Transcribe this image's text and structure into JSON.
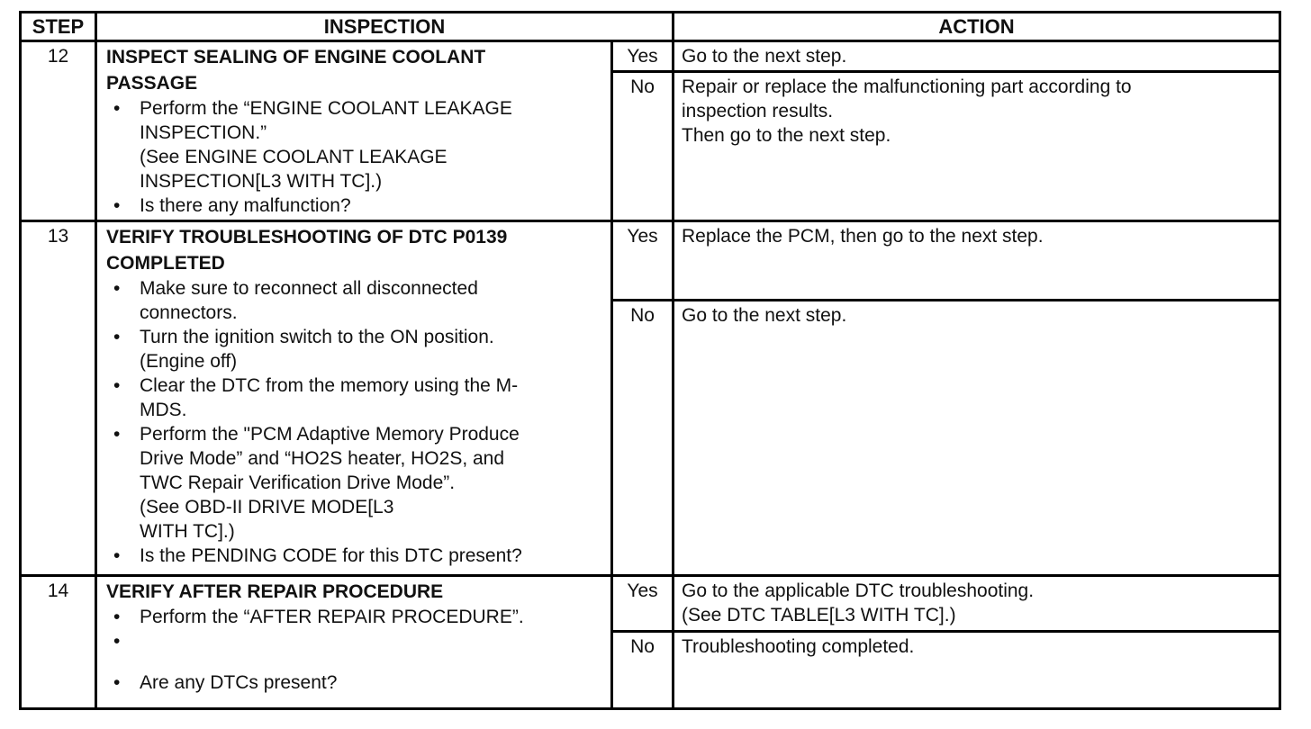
{
  "headers": {
    "step": "STEP",
    "inspection": "INSPECTION",
    "action": "ACTION"
  },
  "rows": [
    {
      "step": "12",
      "title": [
        "INSPECT SEALING OF ENGINE COOLANT",
        "PASSAGE"
      ],
      "bullets": [
        [
          "Perform the “ENGINE COOLANT LEAKAGE",
          "INSPECTION.”",
          "(See ENGINE COOLANT LEAKAGE",
          "INSPECTION[L3 WITH TC].)"
        ],
        [
          "Is there any malfunction?"
        ]
      ],
      "yes_label": "Yes",
      "yes_action": [
        "Go to the next step."
      ],
      "no_label": "No",
      "no_action": [
        "Repair or replace the malfunctioning part according to",
        "inspection results.",
        "Then go to the next step."
      ]
    },
    {
      "step": "13",
      "title": [
        "VERIFY TROUBLESHOOTING OF DTC P0139",
        "COMPLETED"
      ],
      "bullets": [
        [
          "Make sure to reconnect all disconnected",
          "connectors."
        ],
        [
          "Turn the ignition switch to the ON position.",
          "(Engine off)"
        ],
        [
          "Clear the DTC from the memory using the M-",
          "MDS."
        ],
        [
          "Perform the \"PCM Adaptive Memory Produce",
          "Drive Mode” and “HO2S heater, HO2S, and",
          "TWC Repair Verification Drive Mode”.",
          "(See OBD-II DRIVE MODE[L3",
          "WITH TC].)"
        ],
        [
          "Is the PENDING CODE for this DTC present?"
        ]
      ],
      "yes_label": "Yes",
      "yes_action": [
        "Replace the PCM, then go to the next step."
      ],
      "no_label": "No",
      "no_action": [
        "Go to the next step."
      ]
    },
    {
      "step": "14",
      "title": [
        "VERIFY AFTER REPAIR PROCEDURE"
      ],
      "bullets": [
        [
          "Perform the “AFTER REPAIR PROCEDURE”."
        ],
        [
          "Are any DTCs present?"
        ]
      ],
      "yes_label": "Yes",
      "yes_action": [
        "Go to the applicable DTC troubleshooting.",
        "(See DTC TABLE[L3 WITH TC].)"
      ],
      "no_label": "No",
      "no_action": [
        "Troubleshooting completed."
      ]
    }
  ]
}
